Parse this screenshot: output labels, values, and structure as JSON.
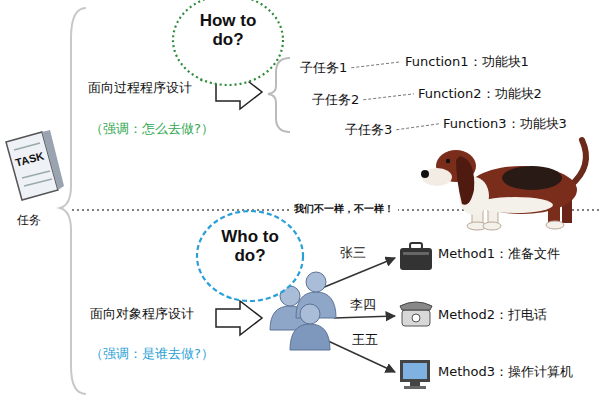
{
  "diagram": {
    "nodes": [
      {
        "text": [
          "How to do?"
        ]
      },
      {
        "text": [
          "Who to do?"
        ]
      }
    ],
    "labels": [
      "面向过程程序设计",
      "（强调：怎么去做?）",
      "子任务1",
      "Function1：功能块1",
      "子任务2",
      "Function2：功能块2",
      "子任务3",
      "Function3：功能块3",
      "TASK",
      "任务",
      "我们不一样，不一样！",
      "面向对象程序设计",
      "张三",
      "Method1：准备文件",
      "李四",
      "Method2：打电话",
      "王五",
      "Method3：操作计算机",
      "（强调：是谁去做?）"
    ]
  }
}
